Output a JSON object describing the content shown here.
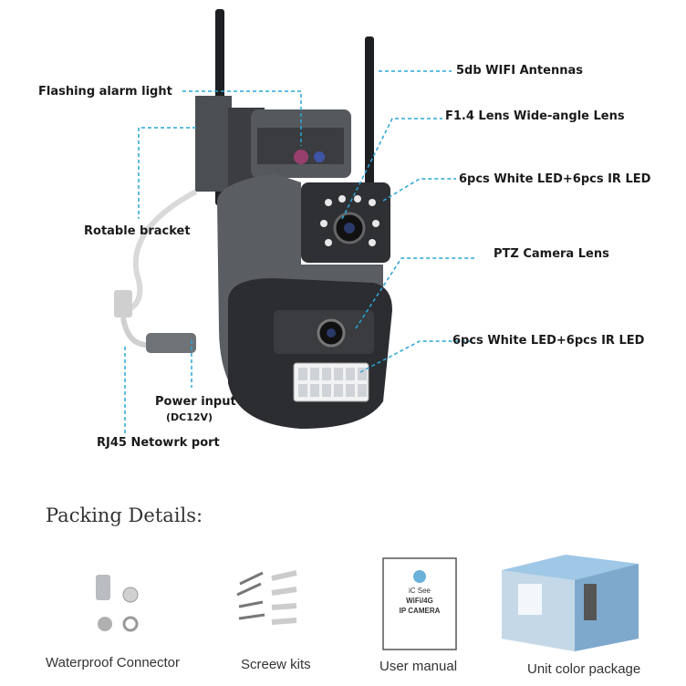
{
  "callouts": {
    "antennas": "5db WIFI Antennas",
    "alarm_light": "Flashing alarm light",
    "lens_wide": "F1.4 Lens Wide-angle Lens",
    "led_top": "6pcs White LED+6pcs IR LED",
    "bracket": "Rotable bracket",
    "ptz_lens": "PTZ Camera Lens",
    "led_bottom": "6pcs White LED+6pcs IR LED",
    "power_input": "Power input",
    "power_voltage": "(DC12V)",
    "rj45": "RJ45 Netowrk port"
  },
  "packing": {
    "title": "Packing Details:",
    "items": [
      {
        "label": "Waterproof Connector"
      },
      {
        "label": "Screew kits"
      },
      {
        "label": "User manual"
      },
      {
        "label": "Unit color package"
      }
    ],
    "manual": {
      "brand": "iC See",
      "line1": "WiFi/4G",
      "line2": "IP CAMERA"
    }
  },
  "colors": {
    "leader": "#2aa7d6",
    "camera_body": "#4a4d52",
    "camera_dark": "#2b2d31",
    "box_blue": "#5fb0e0"
  }
}
